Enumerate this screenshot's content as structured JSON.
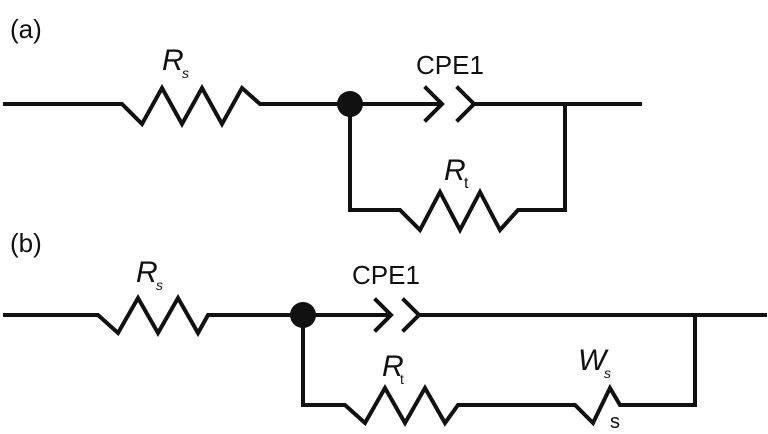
{
  "diagram": {
    "a": {
      "panel_label": "(a)",
      "rs_main": "R",
      "rs_sub": "s",
      "cpe": "CPE1",
      "rt_main": "R",
      "rt_sub": "t"
    },
    "b": {
      "panel_label": "(b)",
      "rs_main": "R",
      "rs_sub": "s",
      "cpe": "CPE1",
      "rt_main": "R",
      "rt_sub": "t",
      "ws_main": "W",
      "ws_sub": "s",
      "ws_sub2": "s"
    }
  }
}
